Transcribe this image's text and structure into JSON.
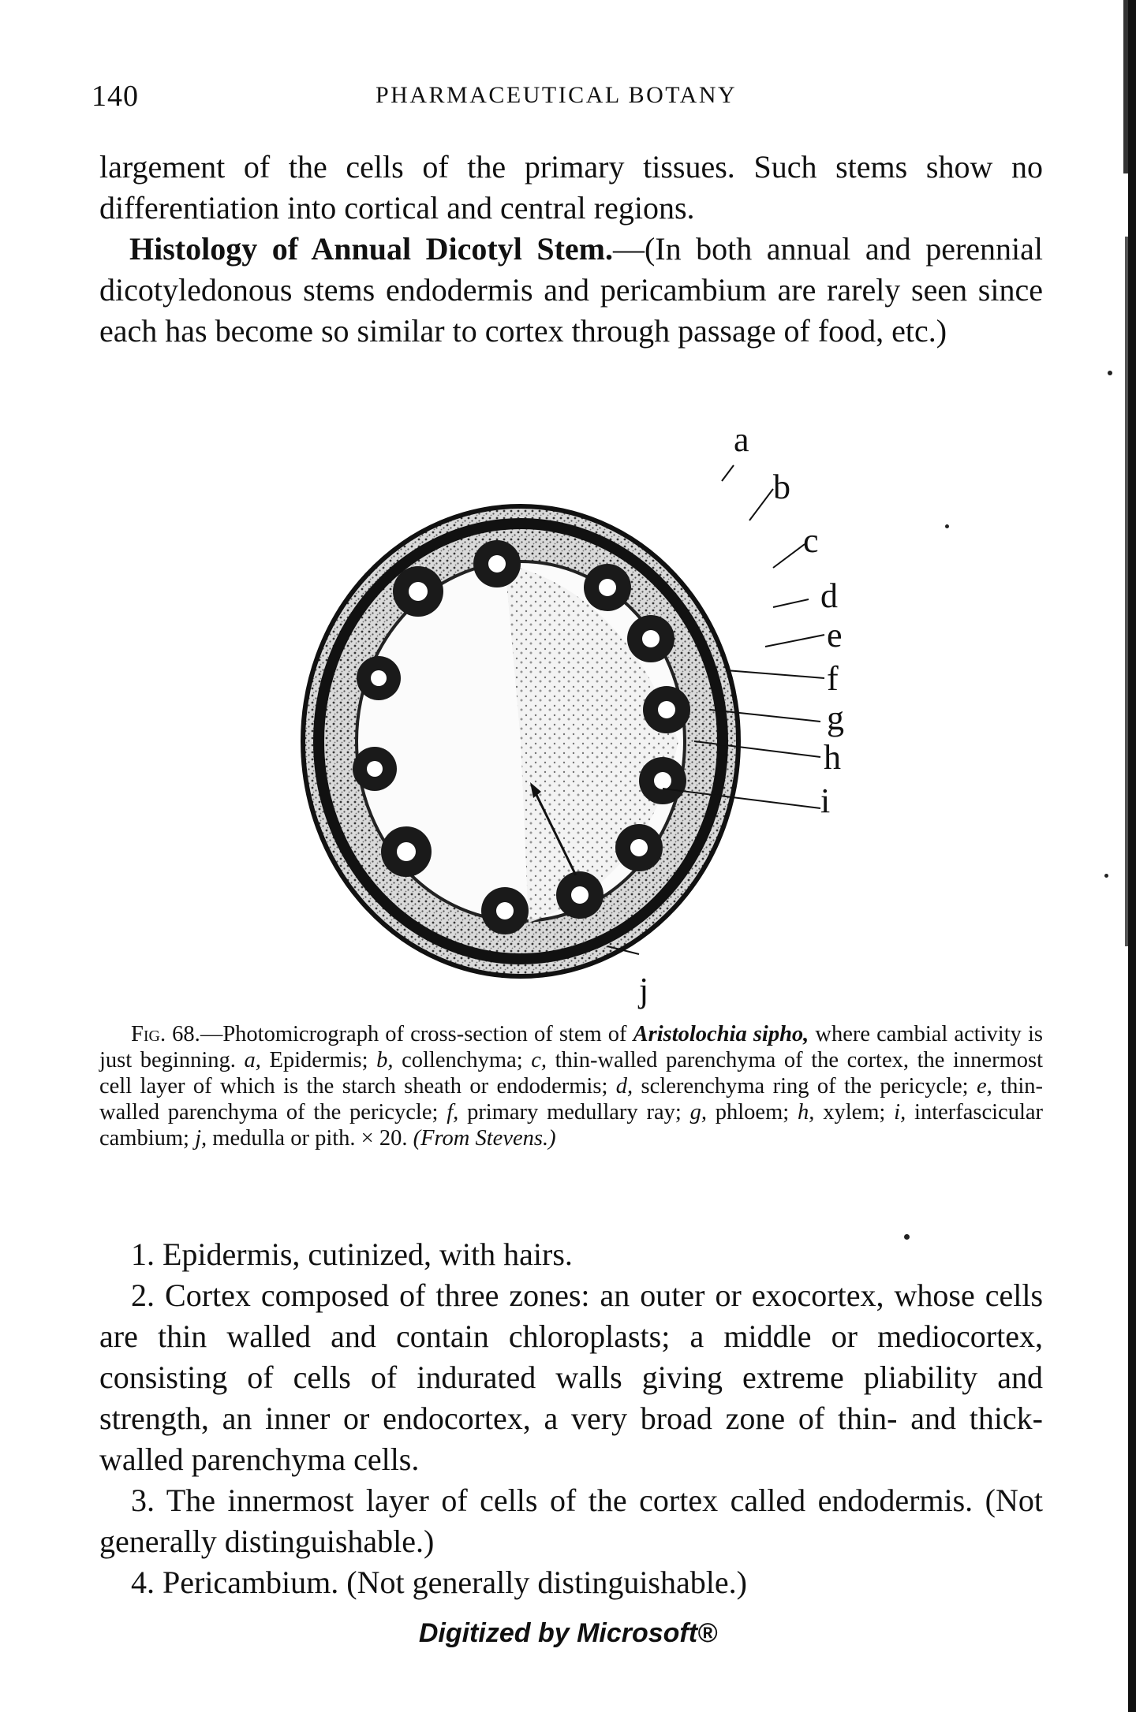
{
  "header": {
    "page_number": "140",
    "running_title": "PHARMACEUTICAL BOTANY"
  },
  "intro": {
    "line1": "largement of the cells of the primary tissues. Such stems show no differentiation into cortical and central regions.",
    "heading": "Histology of Annual Dicotyl Stem.",
    "heading_rest": "—(In both annual and perennial dicotyledonous stems endodermis and pericambium are rarely seen since each has become so similar to cortex through passage of food, etc.)"
  },
  "figure": {
    "labels": [
      "a",
      "b",
      "c",
      "d",
      "e",
      "f",
      "g",
      "h",
      "i",
      "j"
    ],
    "caption_label": "Fig. 68.",
    "caption_intro": "—Photomicrograph of cross-section of stem of ",
    "species": "Aristolochia sipho,",
    "caption_body": " where cambial activity is just beginning. ",
    "caption_parts": [
      {
        "key": "a,",
        "text": " Epidermis; "
      },
      {
        "key": "b,",
        "text": " collenchyma; "
      },
      {
        "key": "c,",
        "text": " thin-walled parenchyma of the cortex, the innermost cell layer of which is the starch sheath or endodermis; "
      },
      {
        "key": "d,",
        "text": " sclerenchyma ring of the pericycle; "
      },
      {
        "key": "e,",
        "text": " thin-walled parenchyma of the pericycle; "
      },
      {
        "key": "f,",
        "text": " primary medullary ray; "
      },
      {
        "key": "g,",
        "text": " phloem; "
      },
      {
        "key": "h,",
        "text": " xylem; "
      },
      {
        "key": "i,",
        "text": " interfascicular cambium; "
      },
      {
        "key": "j,",
        "text": " medulla or pith. "
      }
    ],
    "magnification": "× 20.",
    "source": "(From Stevens.)"
  },
  "list": [
    {
      "num": "1.",
      "text": "Epidermis, cutinized, with hairs."
    },
    {
      "num": "2.",
      "text": "Cortex composed of three zones: an outer or exocortex, whose cells are thin walled and contain chloroplasts; a middle or mediocortex, consisting of cells of indurated walls giving extreme pliability and strength, an inner or endocortex, a very broad zone of thin- and thick-walled parenchyma cells."
    },
    {
      "num": "3.",
      "text": "The innermost layer of cells of the cortex called endodermis. (Not generally distinguishable.)"
    },
    {
      "num": "4.",
      "text": "Pericambium. (Not generally distinguishable.)"
    }
  ],
  "footer": {
    "watermark": "Digitized by Microsoft®"
  }
}
